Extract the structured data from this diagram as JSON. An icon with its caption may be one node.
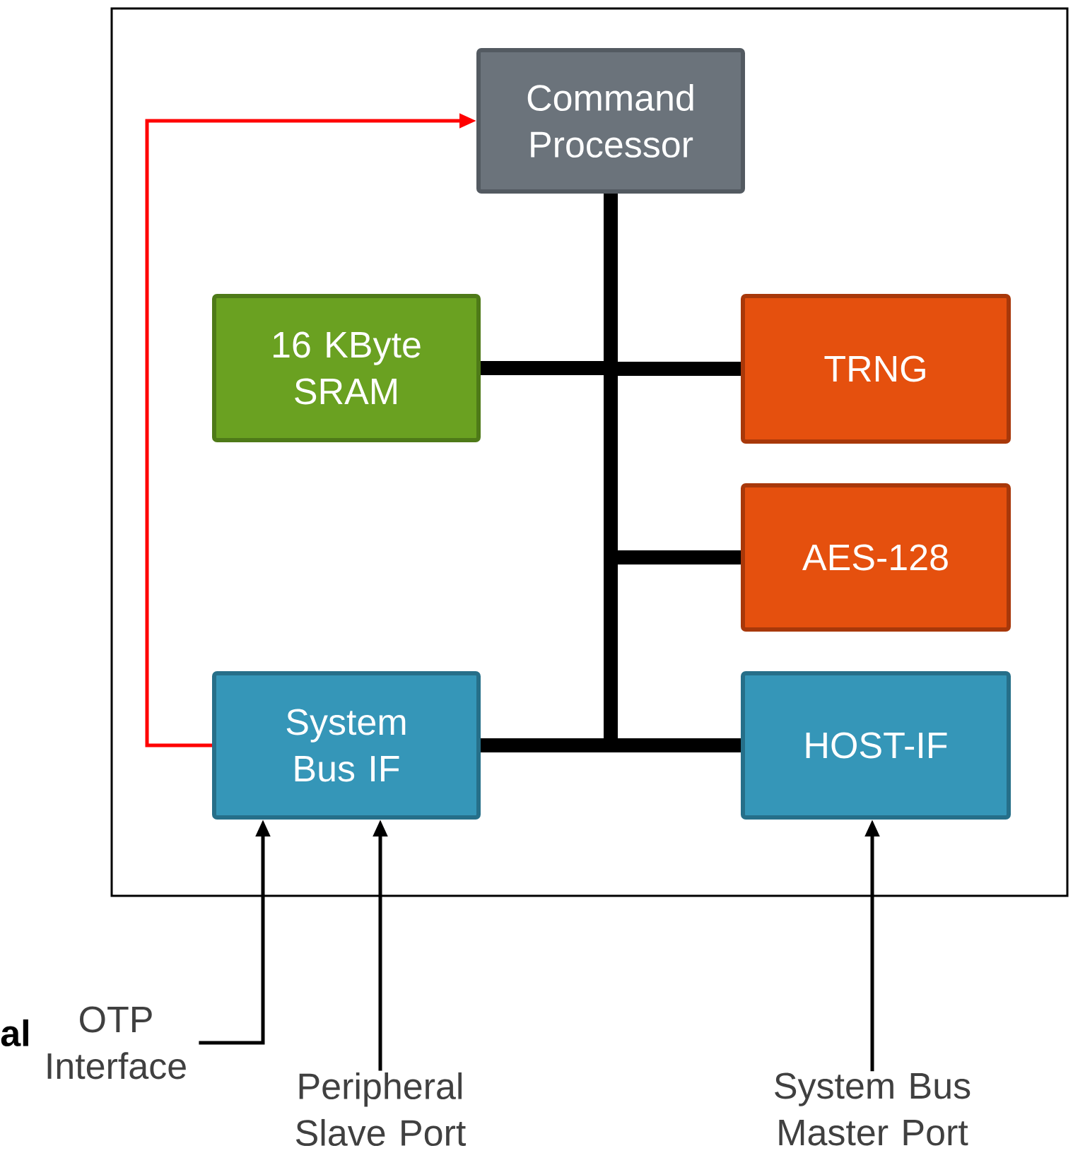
{
  "diagram": {
    "nodes": [
      {
        "text": [],
        "shape": "box"
      },
      {
        "text": [
          "Command Processor"
        ],
        "in": 0
      },
      {
        "text": [
          "16 KByte SRAM"
        ],
        "in": 0
      },
      {
        "text": [
          "TRNG"
        ],
        "in": 0
      },
      {
        "text": [
          "AES-128"
        ],
        "in": 0
      },
      {
        "text": [
          "System Bus IF"
        ],
        "in": 0
      },
      {
        "text": [
          "HOST-IF"
        ],
        "in": 0
      },
      {
        "text": [
          "OTP Interface"
        ]
      },
      {
        "text": [
          "Peripheral Slave Port"
        ]
      },
      {
        "text": [
          "System Bus Master Port"
        ]
      }
    ],
    "edges": [
      {
        "from": 1,
        "to": 2,
        "arrow": "none"
      },
      {
        "from": 1,
        "to": 3,
        "arrow": "none"
      },
      {
        "from": 1,
        "to": 4,
        "arrow": "none"
      },
      {
        "from": 1,
        "to": 5,
        "arrow": "none"
      },
      {
        "from": 1,
        "to": 6,
        "arrow": "none"
      },
      {
        "from": 5,
        "to": 1,
        "arrow": "to",
        "color": "#ff0000"
      },
      {
        "from": 7,
        "to": 5,
        "arrow": "to"
      },
      {
        "from": 8,
        "to": 5,
        "arrow": "to"
      },
      {
        "from": 9,
        "to": 6,
        "arrow": "to"
      }
    ],
    "labels": [
      "al"
    ]
  }
}
